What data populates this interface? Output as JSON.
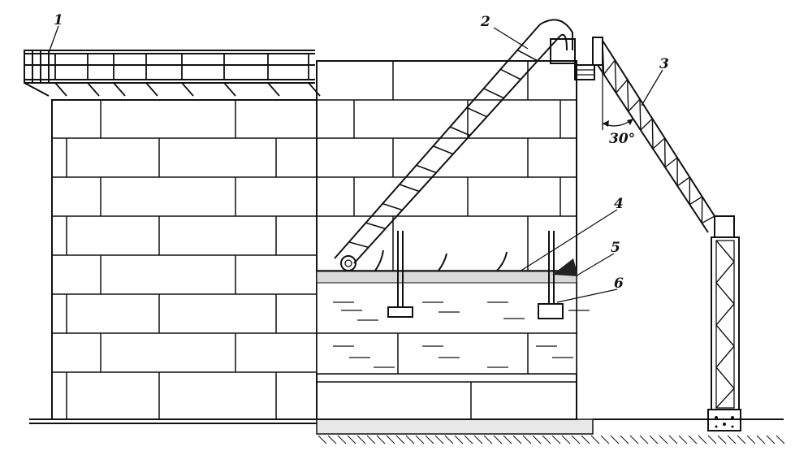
{
  "labels": [
    {
      "id": "1",
      "text": "1"
    },
    {
      "id": "2",
      "text": "2"
    },
    {
      "id": "3",
      "text": "3"
    },
    {
      "id": "4",
      "text": "4"
    },
    {
      "id": "5",
      "text": "5"
    },
    {
      "id": "6",
      "text": "6"
    }
  ],
  "angle_text": "30°"
}
